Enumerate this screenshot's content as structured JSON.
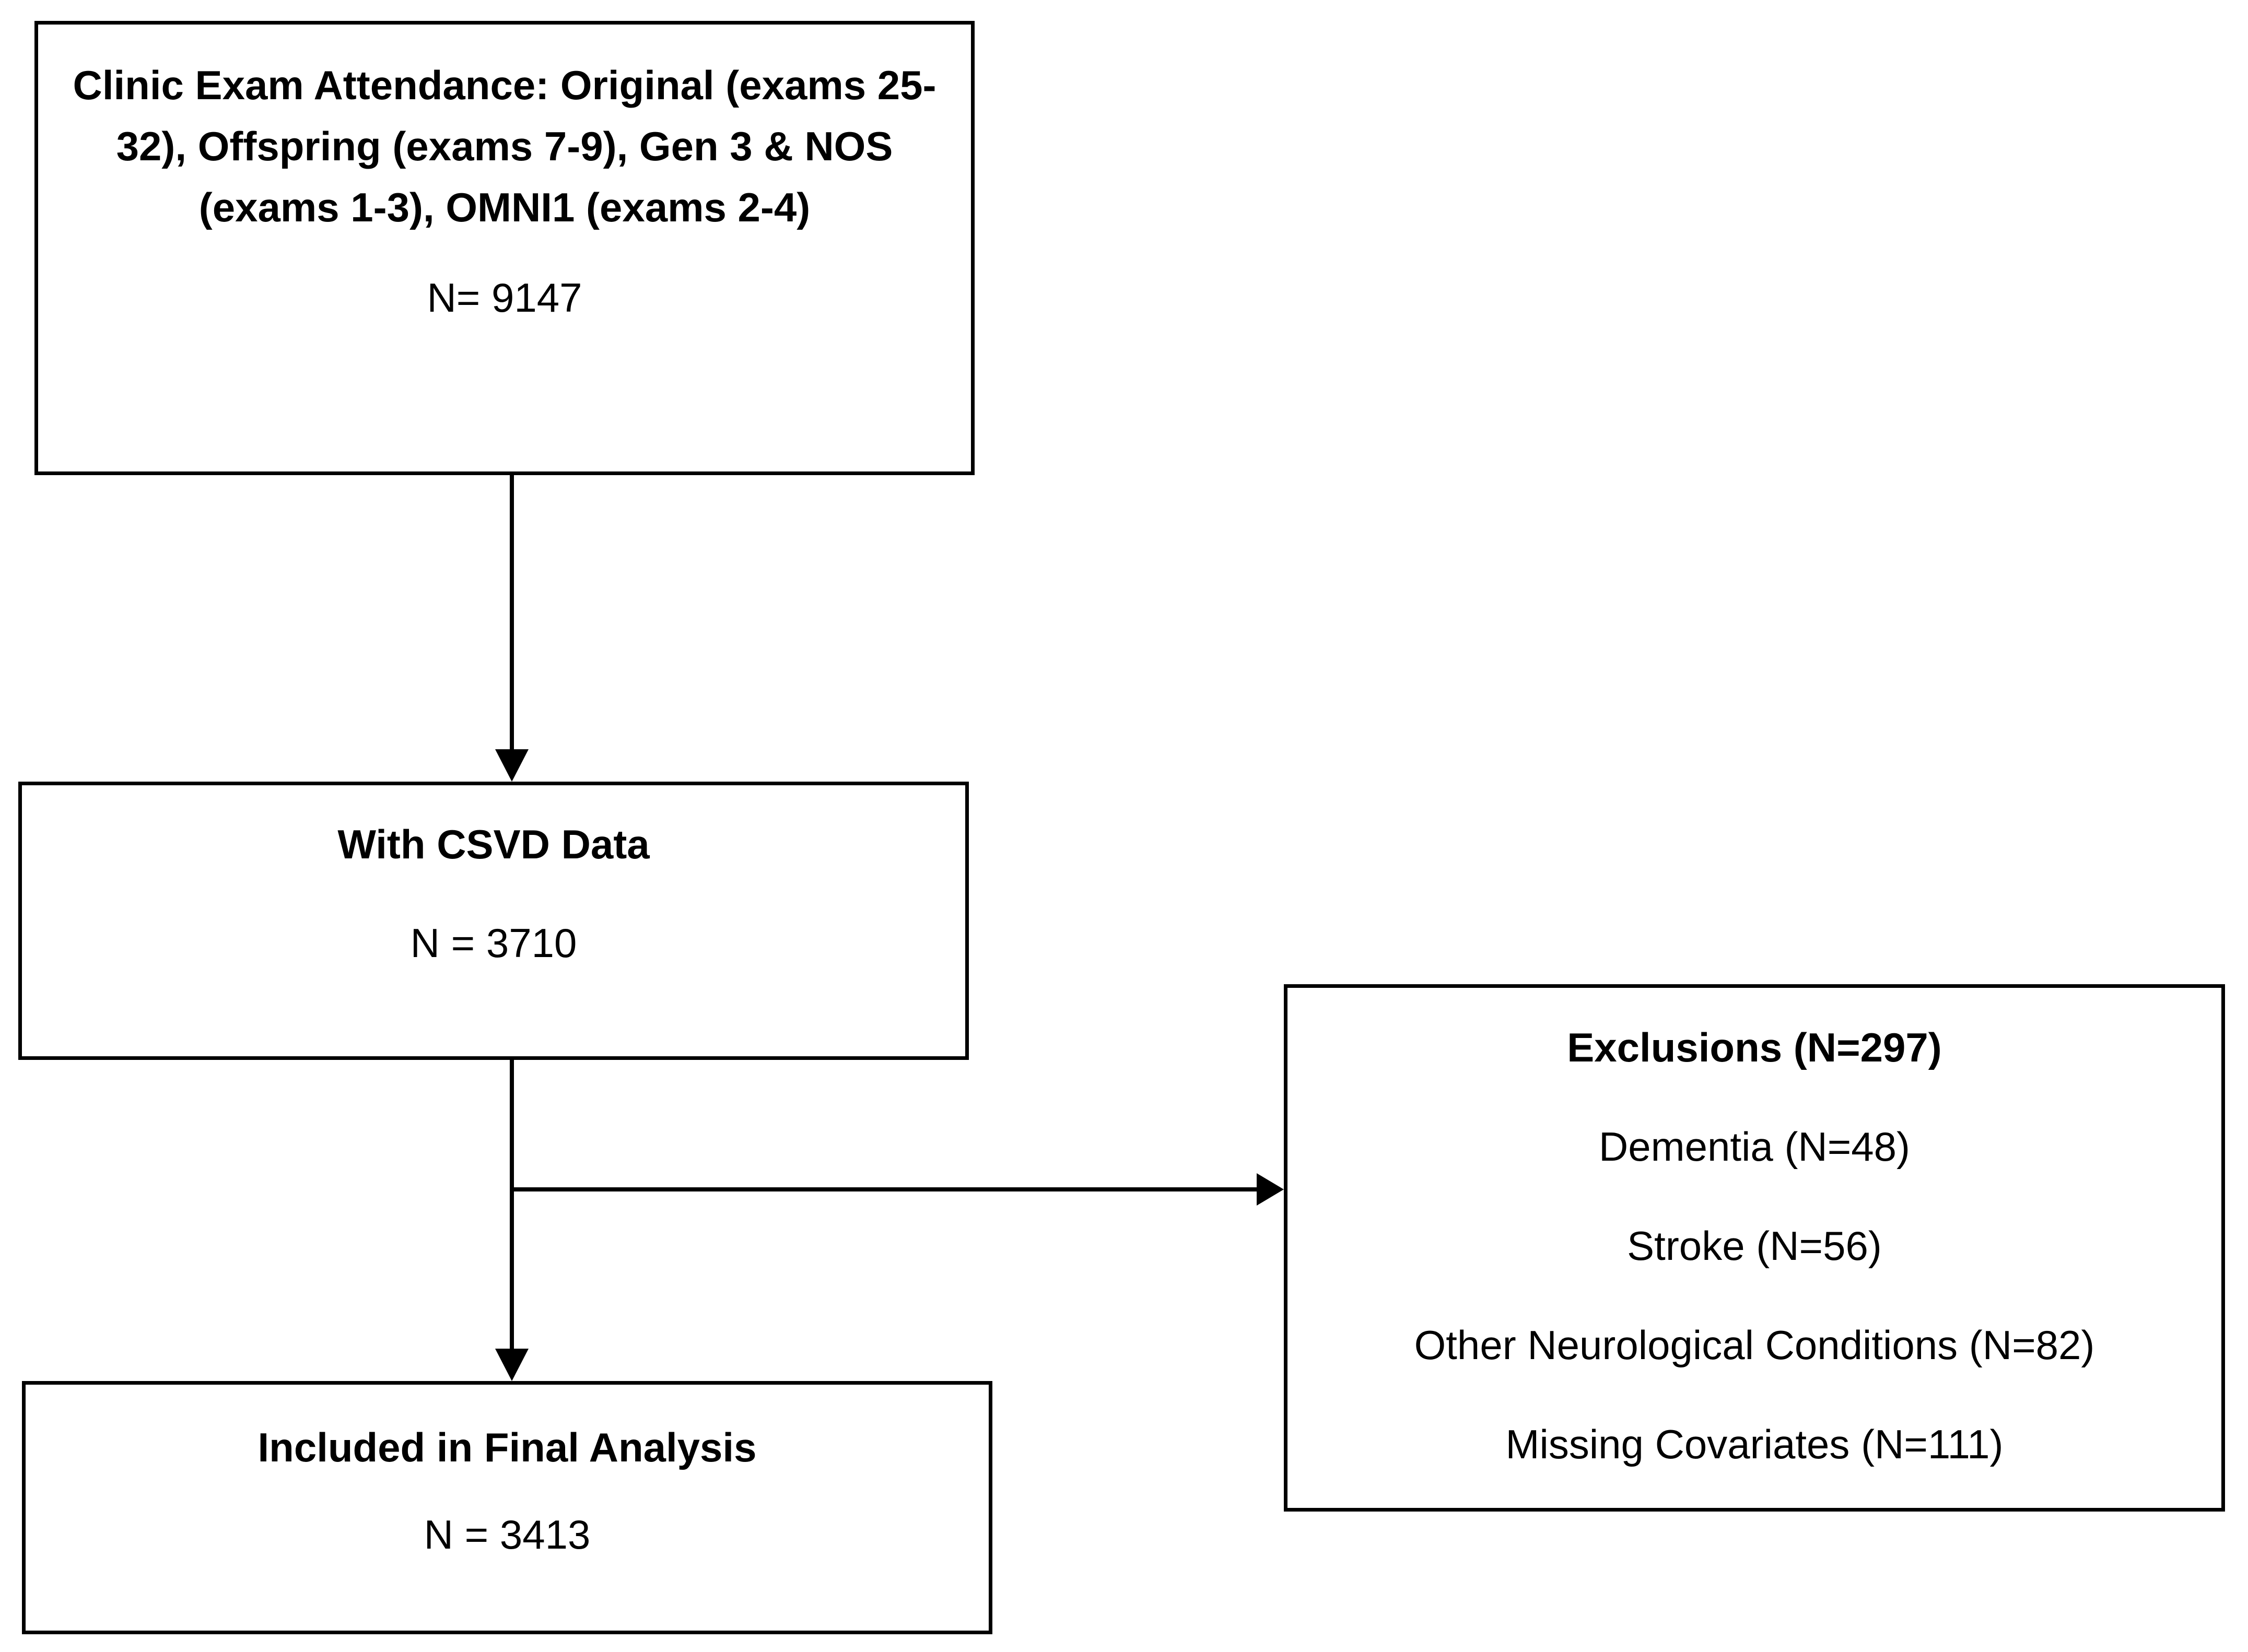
{
  "diagram": {
    "background_color": "#ffffff",
    "line_color": "#000000",
    "nodes": {
      "attendance": {
        "title": "Clinic Exam Attendance: Original (exams 25-32), Offspring (exams 7-9), Gen 3 & NOS (exams 1-3), OMNI1 (exams 2-4)",
        "count": "N= 9147"
      },
      "csvd": {
        "title": "With CSVD Data",
        "count": "N = 3710"
      },
      "final": {
        "title": "Included in Final Analysis",
        "count": "N = 3413"
      },
      "exclusions": {
        "title": "Exclusions (N=297)",
        "items": [
          "Dementia (N=48)",
          "Stroke (N=56)",
          "Other Neurological Conditions (N=82)",
          "Missing Covariates (N=111)"
        ]
      }
    }
  }
}
